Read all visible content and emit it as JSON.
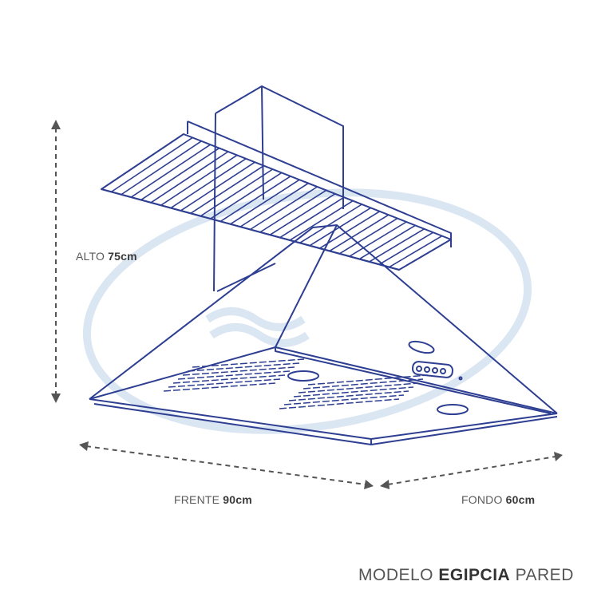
{
  "dimensions": {
    "height": {
      "label": "ALTO",
      "value": "75cm"
    },
    "front": {
      "label": "FRENTE",
      "value": "90cm"
    },
    "depth": {
      "label": "FONDO",
      "value": "60cm"
    }
  },
  "model": {
    "prefix": "MODELO",
    "name": "EGIPCIA",
    "suffix": "PARED"
  },
  "colors": {
    "line": "#2e3f92",
    "watermark": "#dbe6f3",
    "dim": "#555555"
  }
}
